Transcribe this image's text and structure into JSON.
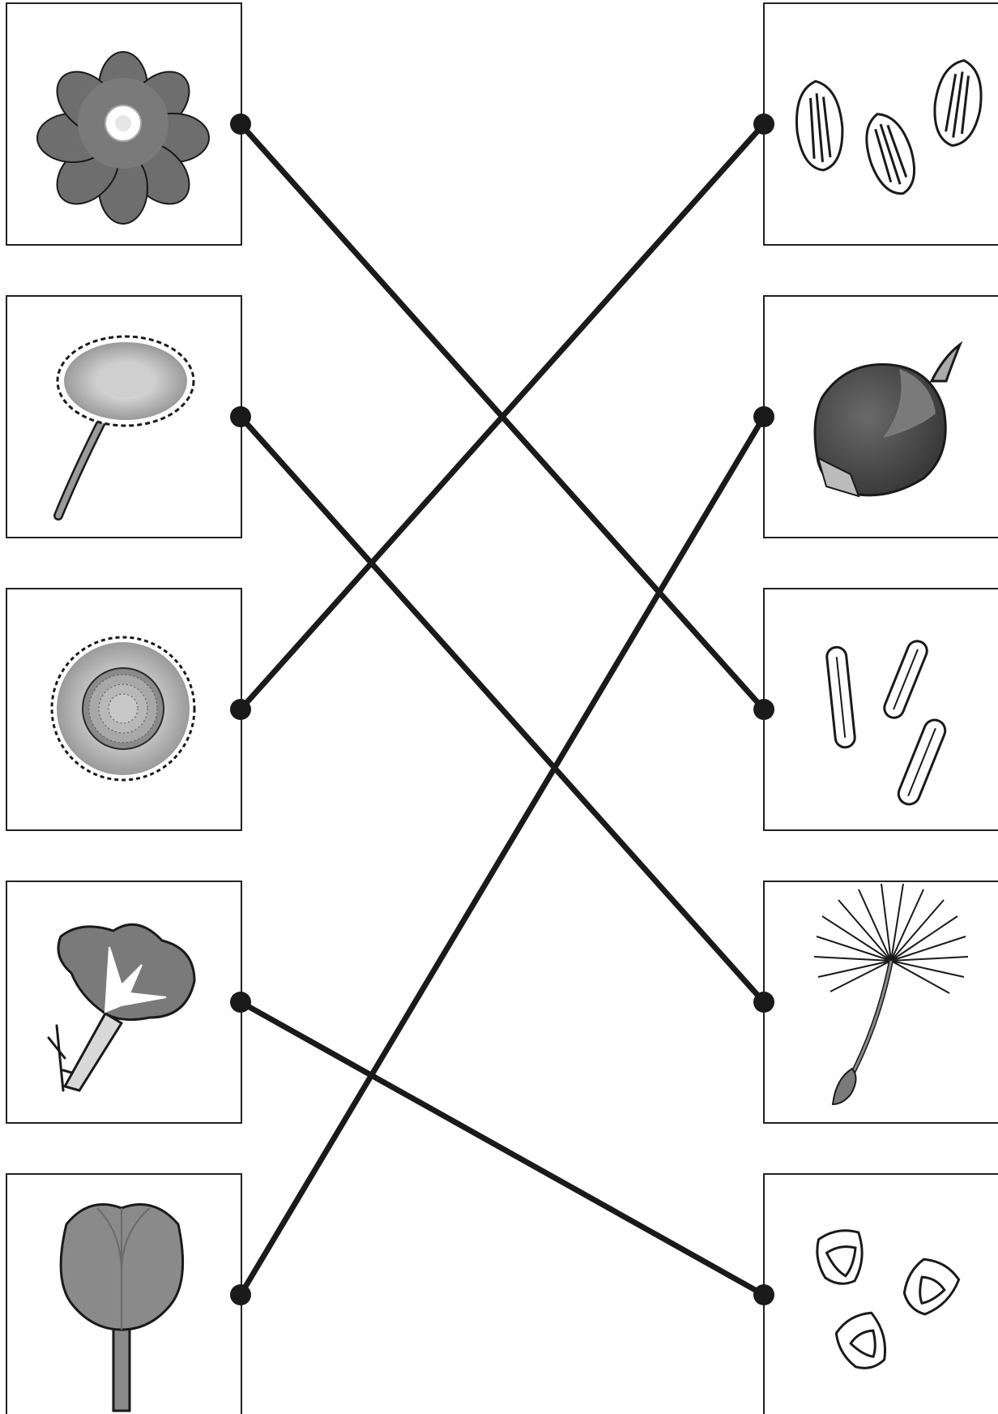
{
  "worksheet": {
    "type": "match-flower-to-seed",
    "flowers": [
      {
        "id": "f1",
        "icon": "cosmos-flower-icon"
      },
      {
        "id": "f2",
        "icon": "dandelion-flower-icon"
      },
      {
        "id": "f3",
        "icon": "sunflower-icon"
      },
      {
        "id": "f4",
        "icon": "morning-glory-icon"
      },
      {
        "id": "f5",
        "icon": "tulip-icon"
      }
    ],
    "seeds": [
      {
        "id": "s1",
        "icon": "sunflower-seeds-icon"
      },
      {
        "id": "s2",
        "icon": "tulip-bulb-icon"
      },
      {
        "id": "s3",
        "icon": "cosmos-seeds-icon"
      },
      {
        "id": "s4",
        "icon": "dandelion-seed-icon"
      },
      {
        "id": "s5",
        "icon": "morning-glory-seeds-icon"
      }
    ],
    "matches": [
      {
        "flower": 0,
        "seed": 2
      },
      {
        "flower": 1,
        "seed": 3
      },
      {
        "flower": 2,
        "seed": 0
      },
      {
        "flower": 3,
        "seed": 4
      },
      {
        "flower": 4,
        "seed": 1
      }
    ]
  }
}
